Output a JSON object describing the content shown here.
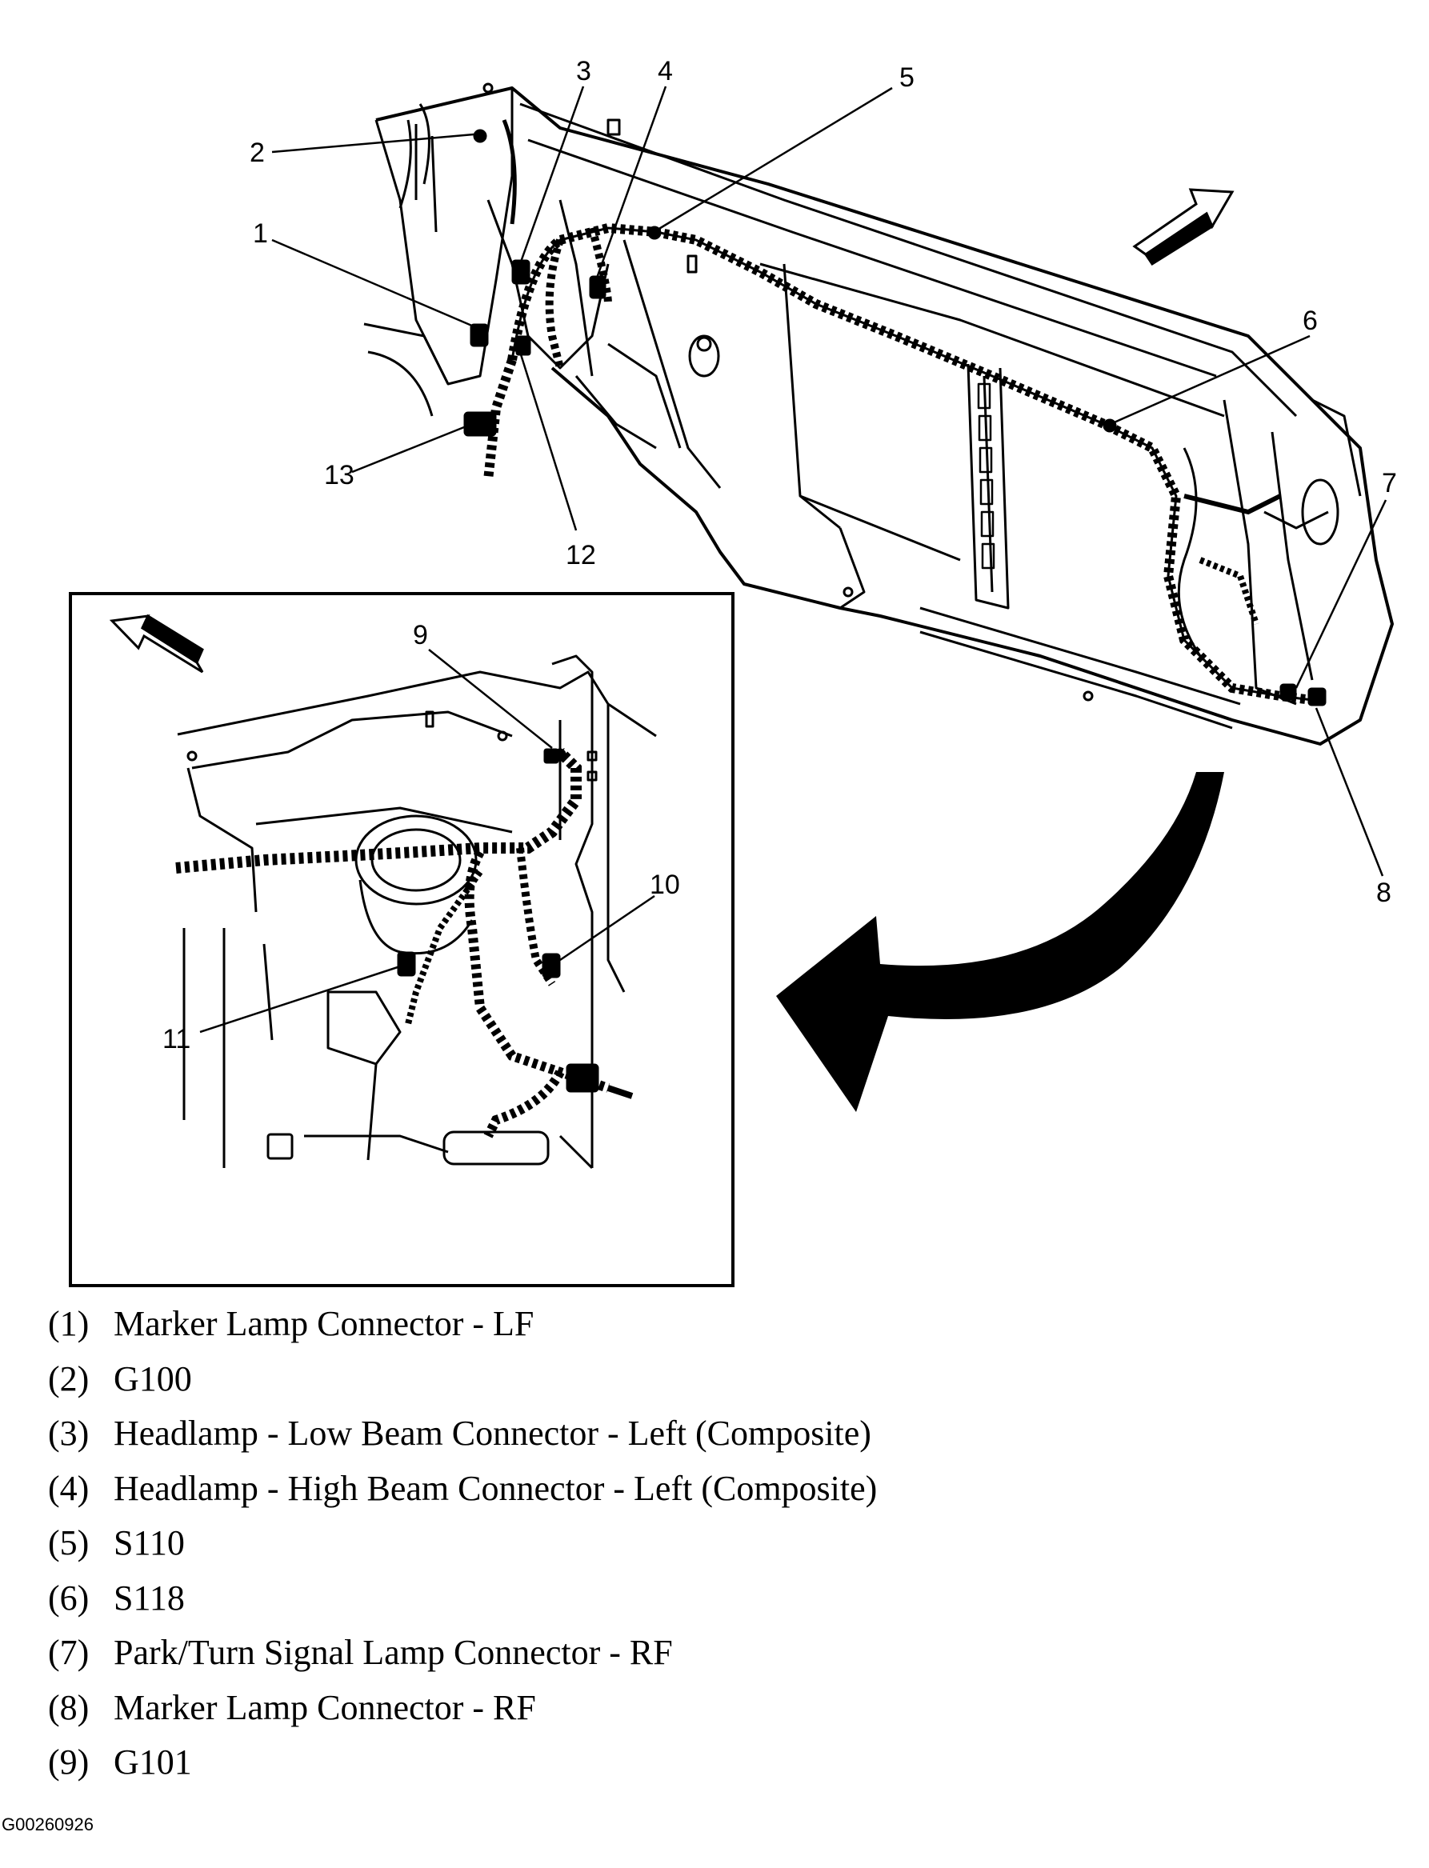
{
  "figure_id": "G00260926",
  "callouts": {
    "c1": "1",
    "c2": "2",
    "c3": "3",
    "c4": "4",
    "c5": "5",
    "c6": "6",
    "c7": "7",
    "c8": "8",
    "c9": "9",
    "c10": "10",
    "c11": "11",
    "c12": "12",
    "c13": "13"
  },
  "legend": [
    {
      "num": "(1)",
      "text": "Marker Lamp Connector - LF"
    },
    {
      "num": "(2)",
      "text": "G100"
    },
    {
      "num": "(3)",
      "text": "Headlamp - Low Beam Connector - Left (Composite)"
    },
    {
      "num": "(4)",
      "text": "Headlamp - High Beam Connector - Left (Composite)"
    },
    {
      "num": "(5)",
      "text": "S110"
    },
    {
      "num": "(6)",
      "text": "S118"
    },
    {
      "num": "(7)",
      "text": "Park/Turn Signal Lamp Connector - RF"
    },
    {
      "num": "(8)",
      "text": "Marker Lamp Connector - RF"
    },
    {
      "num": "(9)",
      "text": "G101"
    }
  ]
}
